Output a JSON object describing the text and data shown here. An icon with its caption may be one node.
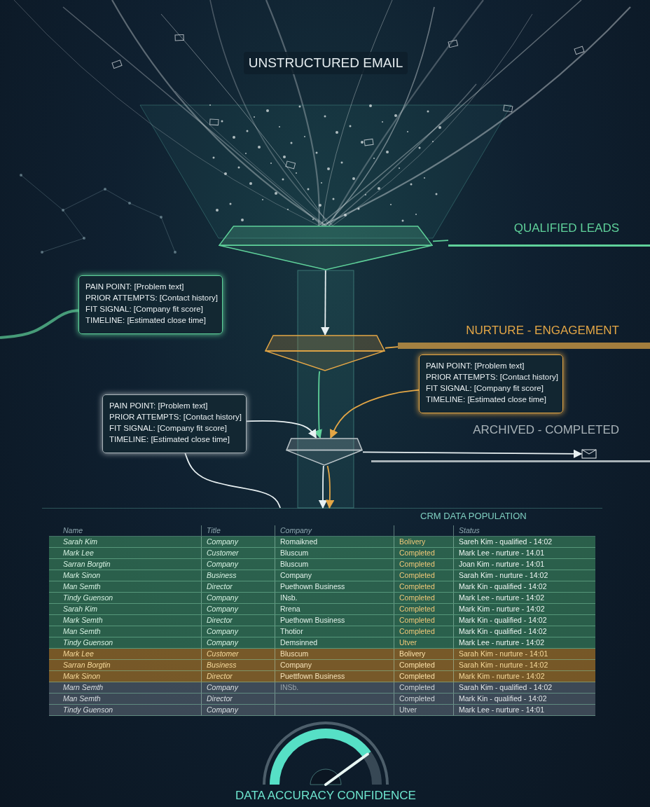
{
  "diagram": {
    "nodes": [
      {
        "text": [
          "UNSTRUCTURED EMAIL"
        ]
      },
      {
        "text": [],
        "shape": "box"
      },
      {
        "text": [
          "QUALIFIED LEADS"
        ]
      },
      {
        "text": [
          "PAIN POINT: [Problem text]",
          "PRIOR ATTEMPTS: [Contact history]",
          "FIT SIGNAL: [Company fit score]",
          "TIMELINE: [Estimated close time]"
        ]
      },
      {
        "text": [],
        "shape": "box"
      },
      {
        "text": [
          "NURTURE - ENGAGEMENT"
        ]
      },
      {
        "text": [
          "PAIN POINT: [Problem text]",
          "PRIOR ATTEMPTS: [Contact history]",
          "FIT SIGNAL: [Company fit score]",
          "TIMELINE: [Estimated close time]"
        ]
      },
      {
        "text": [
          "PAIN POINT: [Problem text]",
          "PRIOR ATTEMPTS: [Contact history]",
          "FIT SIGNAL: [Company fit score]",
          "TIMELINE: [Estimated close time]"
        ]
      },
      {
        "text": [],
        "shape": "box"
      },
      {
        "text": [
          "ARCHIVED - COMPLETED"
        ]
      },
      {
        "text": [],
        "shape": "picture",
        "in": 9
      },
      {
        "text": [
          "CRM DATA POPULATION"
        ]
      },
      {
        "text": [
          "DATA ACCURACY CONFIDENCE"
        ]
      }
    ],
    "edges": [
      {
        "from": 1,
        "to": 4,
        "arrow": "to"
      },
      {
        "from": 4,
        "to": 8,
        "arrow": "to",
        "color": "#5fd19a"
      },
      {
        "from": 1,
        "to": 2,
        "arrow": "none",
        "color": "#5fd19a"
      },
      {
        "from": 4,
        "to": 5,
        "arrow": "none",
        "color": "#e3a646"
      },
      {
        "from": 8,
        "to": 10,
        "arrow": "to"
      },
      {
        "from": null,
        "to": 3,
        "arrow": "none",
        "color": "#5fd19a",
        "style": "thick"
      },
      {
        "from": 6,
        "to": 8,
        "arrow": "to",
        "color": "#e3a646"
      },
      {
        "from": 7,
        "to": 8,
        "arrow": "to"
      },
      {
        "from": 7,
        "to": 11,
        "arrow": "none"
      },
      {
        "from": 8,
        "to": 11,
        "arrow": "to"
      },
      {
        "from": 8,
        "to": 11,
        "arrow": "to",
        "color": "#e3a646"
      }
    ],
    "labels": [
      "Name",
      "Title",
      "Company",
      "Status",
      "Sarah Kim",
      "Company",
      "Romaikned",
      "Bolivery",
      "Sareh Kim - qualified - 14:02",
      "Mark Lee",
      "Customer",
      "Bluscum",
      "Completed",
      "Mark Lee - nurture - 14.01",
      "Sarran Borgtin",
      "Company",
      "Bluscum",
      "Completed",
      "Joan Kim - nurture - 14:01",
      "Mark Sinon",
      "Business",
      "Company",
      "Completed",
      "Sarah Kim - nurture - 14:02",
      "Man Semth",
      "Director",
      "Puethown Business",
      "Completed",
      "Mark Kin - qualified - 14:02",
      "Tindy Guenson",
      "Company",
      "INsb.",
      "Completed",
      "Mark Lee - nurture - 14:02",
      "Sarah Kim",
      "Company",
      "Rrena",
      "Completed",
      "Mark Kim - nurture - 14:02",
      "Mark Semth",
      "Director",
      "Puethown Business",
      "Completed",
      "Mark Kin - qualified - 14:02",
      "Man Semth",
      "Company",
      "Thotior",
      "Completed",
      "Mark Kin - qualified - 14:02",
      "Tindy Guenson",
      "Company",
      "Demsinned",
      "Utver",
      "Mark Lee - nurture - 14:02",
      "Mark Lee",
      "Customer",
      "Bluscum",
      "Bolivery",
      "Sarah Kim - nurture - 14:01",
      "Sarran Borgtin",
      "Business",
      "Company",
      "Completed",
      "Sarah Kim - nurture - 14:02",
      "Mark Sinon",
      "Director",
      "Puettfown Business",
      "Completed",
      "Mark Kim - nurture - 14:02",
      "Marn Semth",
      "Company",
      "INSb.",
      "Completed",
      "Sarah Kim - qualified - 14:02",
      "Man Semth",
      "Director",
      "Completed",
      "Mark Kin - qualified - 14:02",
      "Tindy Guenson",
      "Company",
      "Utver",
      "Mark Lee - nurture - 14:01"
    ]
  }
}
